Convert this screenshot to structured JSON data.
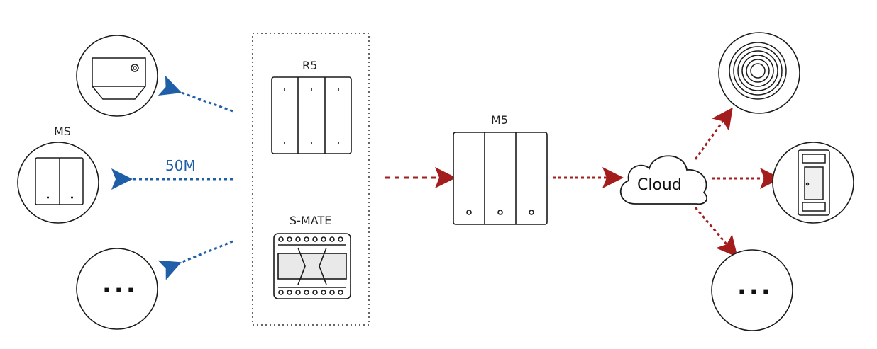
{
  "group_panel": {
    "top_device_label": "R5",
    "bottom_device_label": "S-MATE"
  },
  "left_nodes": {
    "ms_label": "MS",
    "distance_label": "50M",
    "more_label": "..."
  },
  "center_device": {
    "label": "M5"
  },
  "cloud": {
    "label": "Cloud"
  },
  "right_nodes": {
    "more_label": "..."
  },
  "colors": {
    "wireless_link": "#1f5fa8",
    "network_link": "#a31d1d",
    "outline": "#1a1a1a"
  }
}
